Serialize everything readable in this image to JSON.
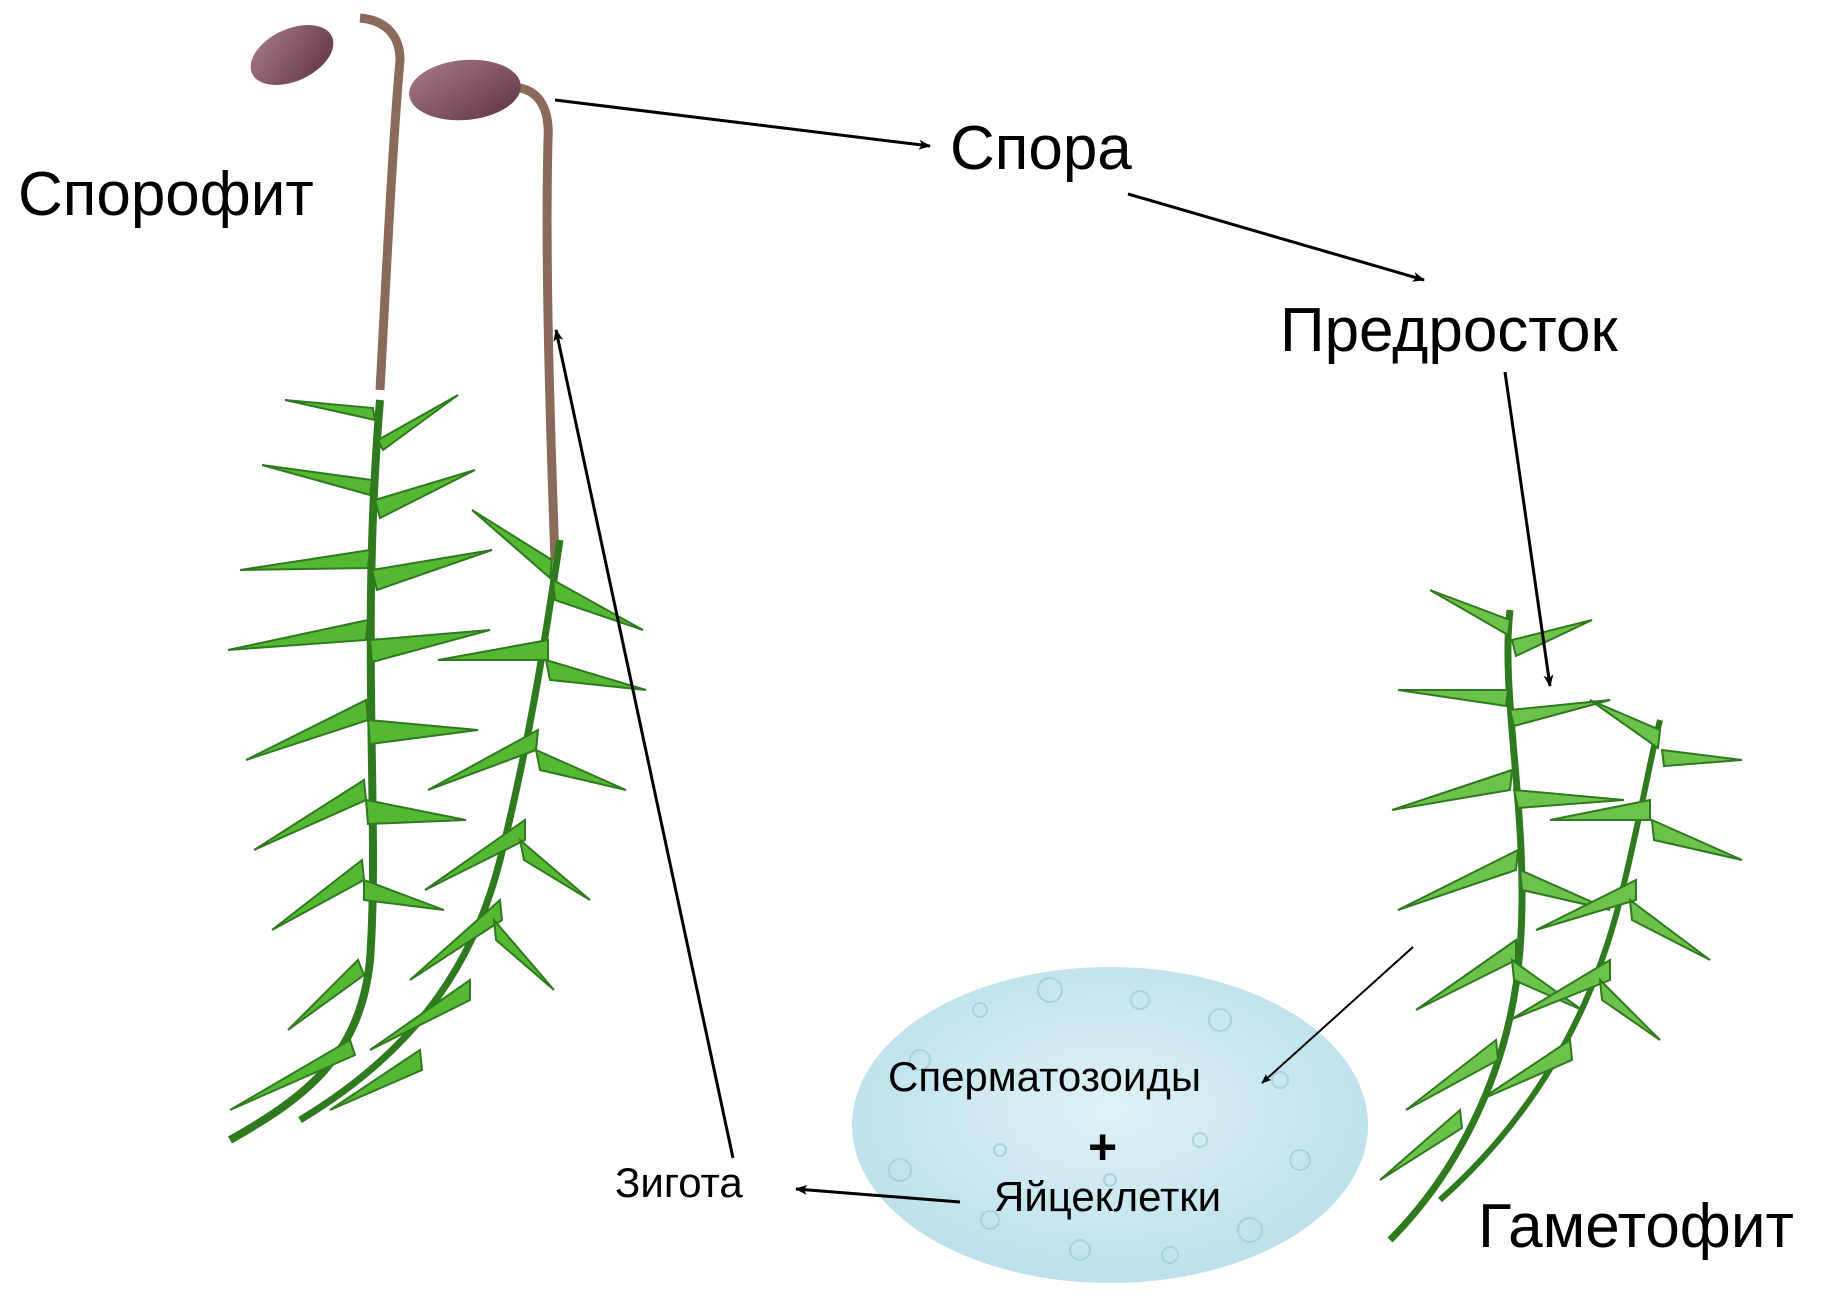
{
  "labels": {
    "sporophyte": "Спорофит",
    "spore": "Спора",
    "protonema": "Предросток",
    "gametophyte": "Гаметофит",
    "sperm": "Сперматозоиды",
    "plus": "+",
    "eggs": "Яйцеклетки",
    "zygote": "Зигота"
  },
  "colors": {
    "leaf": "#55b832",
    "leaf_dark": "#2f7a1e",
    "stalk": "#8a6a5a",
    "capsule": "#7a4a5a",
    "water": "#c9e8ef",
    "arrow": "#000000"
  }
}
